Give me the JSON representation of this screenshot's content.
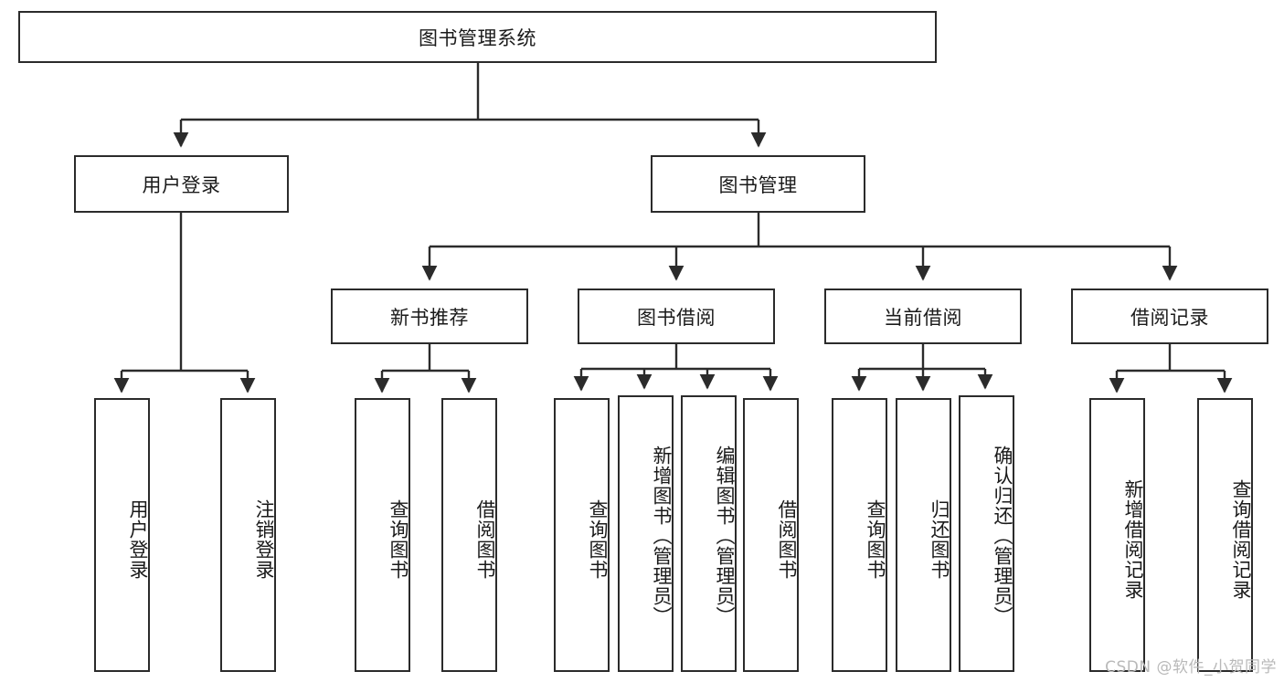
{
  "diagram": {
    "title": "图书管理系统",
    "type": "tree-hierarchy",
    "watermark": "CSDN @软件_小贺同学",
    "colors": {
      "stroke": "#2b2b2b",
      "fill": "#ffffff",
      "text": "#1a1a1a",
      "watermark": "#b9b9b9"
    },
    "nodes": {
      "root": "图书管理系统",
      "level2": {
        "user_login": "用户登录",
        "book_manage": "图书管理"
      },
      "level3": {
        "new_book_rec": "新书推荐",
        "book_borrow": "图书借阅",
        "current_borrow": "当前借阅",
        "borrow_record": "借阅记录"
      },
      "leaves": {
        "user_login_1": "用户登录",
        "user_login_2": "注销登录",
        "new_book_1": "查询图书",
        "new_book_2": "借阅图书",
        "borrow_1": "查询图书",
        "borrow_2": "新增图书（管理员）",
        "borrow_3": "编辑图书（管理员）",
        "borrow_4": "借阅图书",
        "current_1": "查询图书",
        "current_2": "归还图书",
        "current_3": "确认归还（管理员）",
        "record_1": "新增借阅记录",
        "record_2": "查询借阅记录"
      }
    }
  }
}
